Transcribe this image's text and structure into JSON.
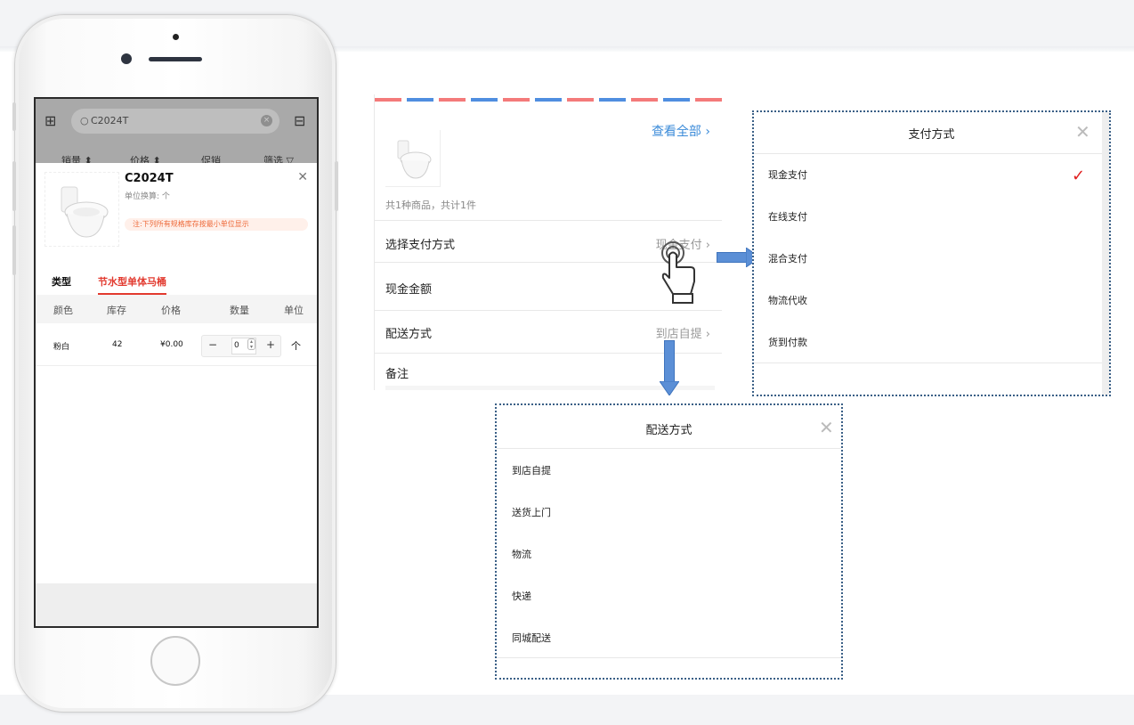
{
  "phone": {
    "search": {
      "value": "C2024T"
    },
    "sort_tabs": [
      {
        "label": "销量 ⬍"
      },
      {
        "label": "价格 ⬍"
      },
      {
        "label": "促销"
      },
      {
        "label": "筛选 ▽"
      }
    ],
    "product": {
      "title": "C2024T",
      "unit_label": "单位换算:   个",
      "notice": "注:下列所有规格库存按最小单位显示"
    },
    "type_label": "类型",
    "type_tab": "节水型单体马桶",
    "table": {
      "headers": [
        "颜色",
        "库存",
        "价格",
        "数量",
        "单位"
      ],
      "rows": [
        {
          "color": "粉白",
          "stock": "42",
          "price": "¥0.00",
          "qty": "0",
          "unit": "个"
        }
      ],
      "minus": "−",
      "plus": "+"
    }
  },
  "order": {
    "view_all": "查看全部",
    "count_text": "共1种商品，共计1件",
    "payment_label": "选择支付方式",
    "payment_value": "现金支付",
    "cash_label": "现金金额",
    "delivery_label": "配送方式",
    "delivery_value": "到店自提",
    "remark_label": "备注"
  },
  "payment_popup": {
    "title": "支付方式",
    "items": [
      "现金支付",
      "在线支付",
      "混合支付",
      "物流代收",
      "货到付款"
    ],
    "selected": "现金支付"
  },
  "delivery_popup": {
    "title": "配送方式",
    "items": [
      "到店自提",
      "送货上门",
      "物流",
      "快递",
      "同城配送"
    ]
  },
  "colors": {
    "accent_red": "#e23a2f",
    "link_blue": "#3b8bd9",
    "arrow_blue": "#5b8fd6",
    "popup_border": "#3a5f86"
  }
}
